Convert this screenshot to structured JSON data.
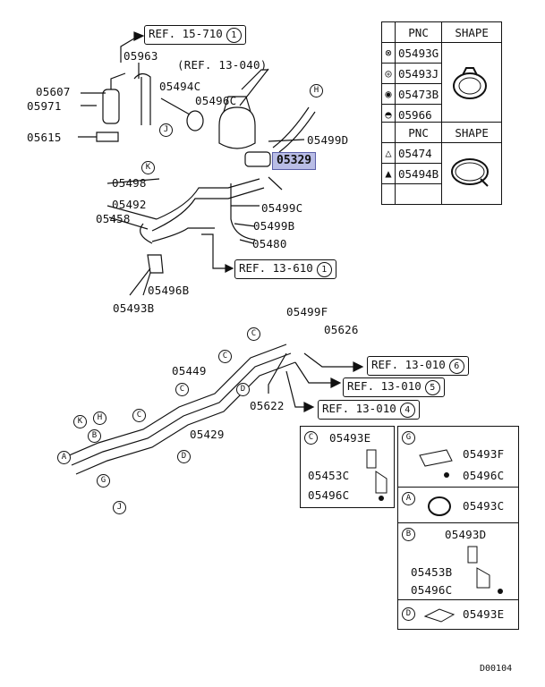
{
  "diagram_code": "D00104",
  "highlight": "05329",
  "refs": {
    "r1": {
      "text": "REF. 15-710",
      "num": "1"
    },
    "r2": {
      "text": "(REF. 13-040)"
    },
    "r3": {
      "text": "REF. 13-610",
      "num": "1"
    },
    "r4": {
      "text": "REF. 13-010",
      "num": "6"
    },
    "r5": {
      "text": "REF. 13-010",
      "num": "5"
    },
    "r6": {
      "text": "REF. 13-010",
      "num": "4"
    }
  },
  "labels": {
    "p05963": "05963",
    "p05607": "05607",
    "p05971": "05971",
    "p05494C": "05494C",
    "p05496C_top": "05496C",
    "p05615": "05615",
    "p05498": "05498",
    "p05492": "05492",
    "p05458": "05458",
    "p05499D": "05499D",
    "p05499C": "05499C",
    "p05499B": "05499B",
    "p05480": "05480",
    "p05496B": "05496B",
    "p05493B": "05493B",
    "p05499F": "05499F",
    "p05626": "05626",
    "p05449": "05449",
    "p05622": "05622",
    "p05429": "05429"
  },
  "callouts": {
    "H": "H",
    "J": "J",
    "K": "K",
    "C": "C",
    "D": "D",
    "A": "A",
    "B": "B",
    "G": "G"
  },
  "table1": {
    "headers": [
      "PNC",
      "SHAPE"
    ],
    "rows": [
      {
        "sym": "⊗",
        "pnc": "05493G"
      },
      {
        "sym": "◎",
        "pnc": "05493J"
      },
      {
        "sym": "◉",
        "pnc": "05473B"
      },
      {
        "sym": "◓",
        "pnc": "05966"
      }
    ]
  },
  "table2": {
    "headers": [
      "PNC",
      "SHAPE"
    ],
    "rows": [
      {
        "sym": "△",
        "pnc": "05474"
      },
      {
        "sym": "▲",
        "pnc": "05494B"
      }
    ]
  },
  "panelC": {
    "letter": "C",
    "parts": [
      "05493E",
      "05453C",
      "05496C"
    ]
  },
  "panelG": {
    "letter": "G",
    "parts": [
      "05493F",
      "05496C"
    ]
  },
  "panelA": {
    "letter": "A",
    "parts": [
      "05493C"
    ]
  },
  "panelB": {
    "letter": "B",
    "parts": [
      "05493D",
      "05453B",
      "05496C"
    ]
  },
  "panelD": {
    "letter": "D",
    "parts": [
      "05493E"
    ]
  }
}
